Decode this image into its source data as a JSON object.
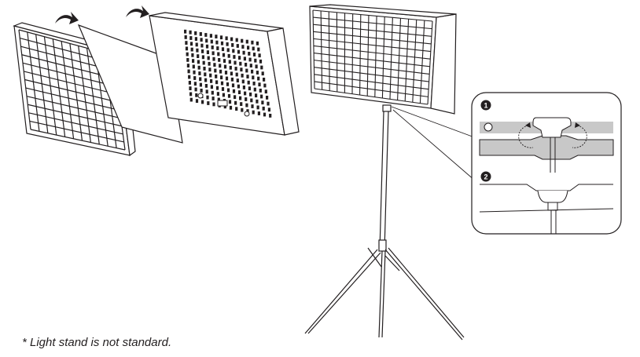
{
  "footnote": "* Light stand is not standard.",
  "steps": [
    "1",
    "2"
  ],
  "colors": {
    "line": "#231f20",
    "tray": "#c8c8c8",
    "callout_bg": "#f4f4f4",
    "badge": "#231f20"
  },
  "icons": [
    "curved-arrow-icon",
    "rotate-arrows-icon"
  ]
}
